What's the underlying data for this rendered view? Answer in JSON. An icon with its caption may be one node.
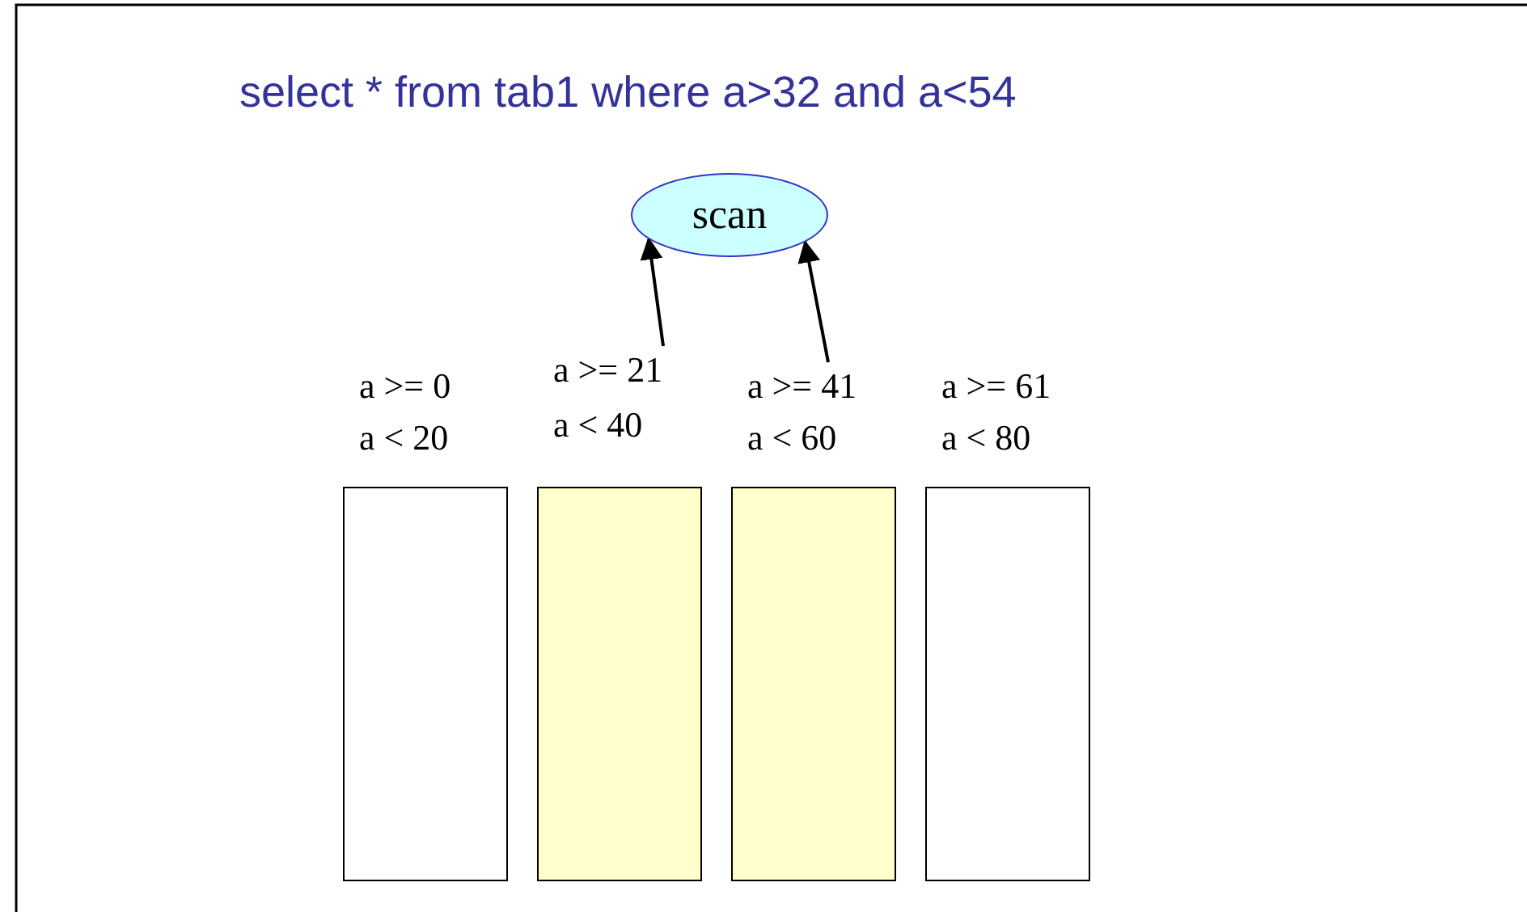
{
  "diagram": {
    "title": "select * from tab1 where a>32 and a<54",
    "nodes": [
      {
        "text": [
          "scan"
        ]
      },
      {
        "text": [
          "a >= 0",
          "a < 20"
        ]
      },
      {
        "text": [
          "a >= 21",
          "a < 40"
        ]
      },
      {
        "text": [
          "a >= 41",
          "a < 60"
        ]
      },
      {
        "text": [
          "a >= 61",
          "a < 80"
        ]
      }
    ],
    "edges": [
      {
        "from": 2,
        "to": 0,
        "arrow": "to"
      },
      {
        "from": 3,
        "to": 0,
        "arrow": "to"
      }
    ]
  }
}
